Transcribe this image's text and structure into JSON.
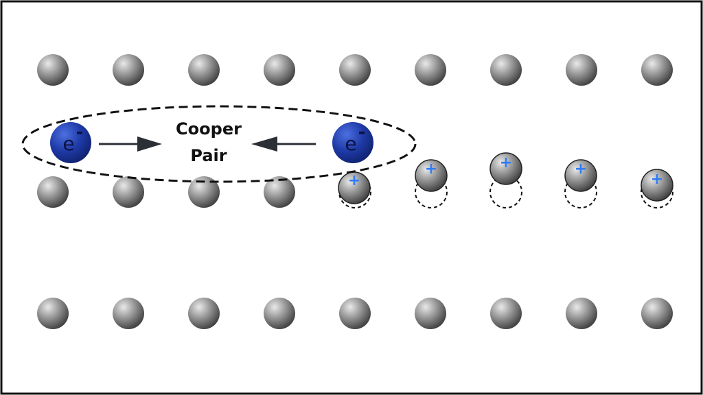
{
  "label": {
    "line1": "Cooper",
    "line2": "Pair"
  },
  "electron": {
    "symbol": "e",
    "charge": "-"
  },
  "ion_charge": "+",
  "colors": {
    "border": "#111111",
    "ion": "#8a8a8a",
    "electron": "#1f3ba8",
    "plus": "#2f7cf5",
    "arrow": "#2b2f36",
    "dashed": "#111111"
  },
  "icons": {
    "ion": "gray-sphere-icon",
    "electron": "blue-sphere-icon",
    "arrow": "arrow-icon"
  }
}
